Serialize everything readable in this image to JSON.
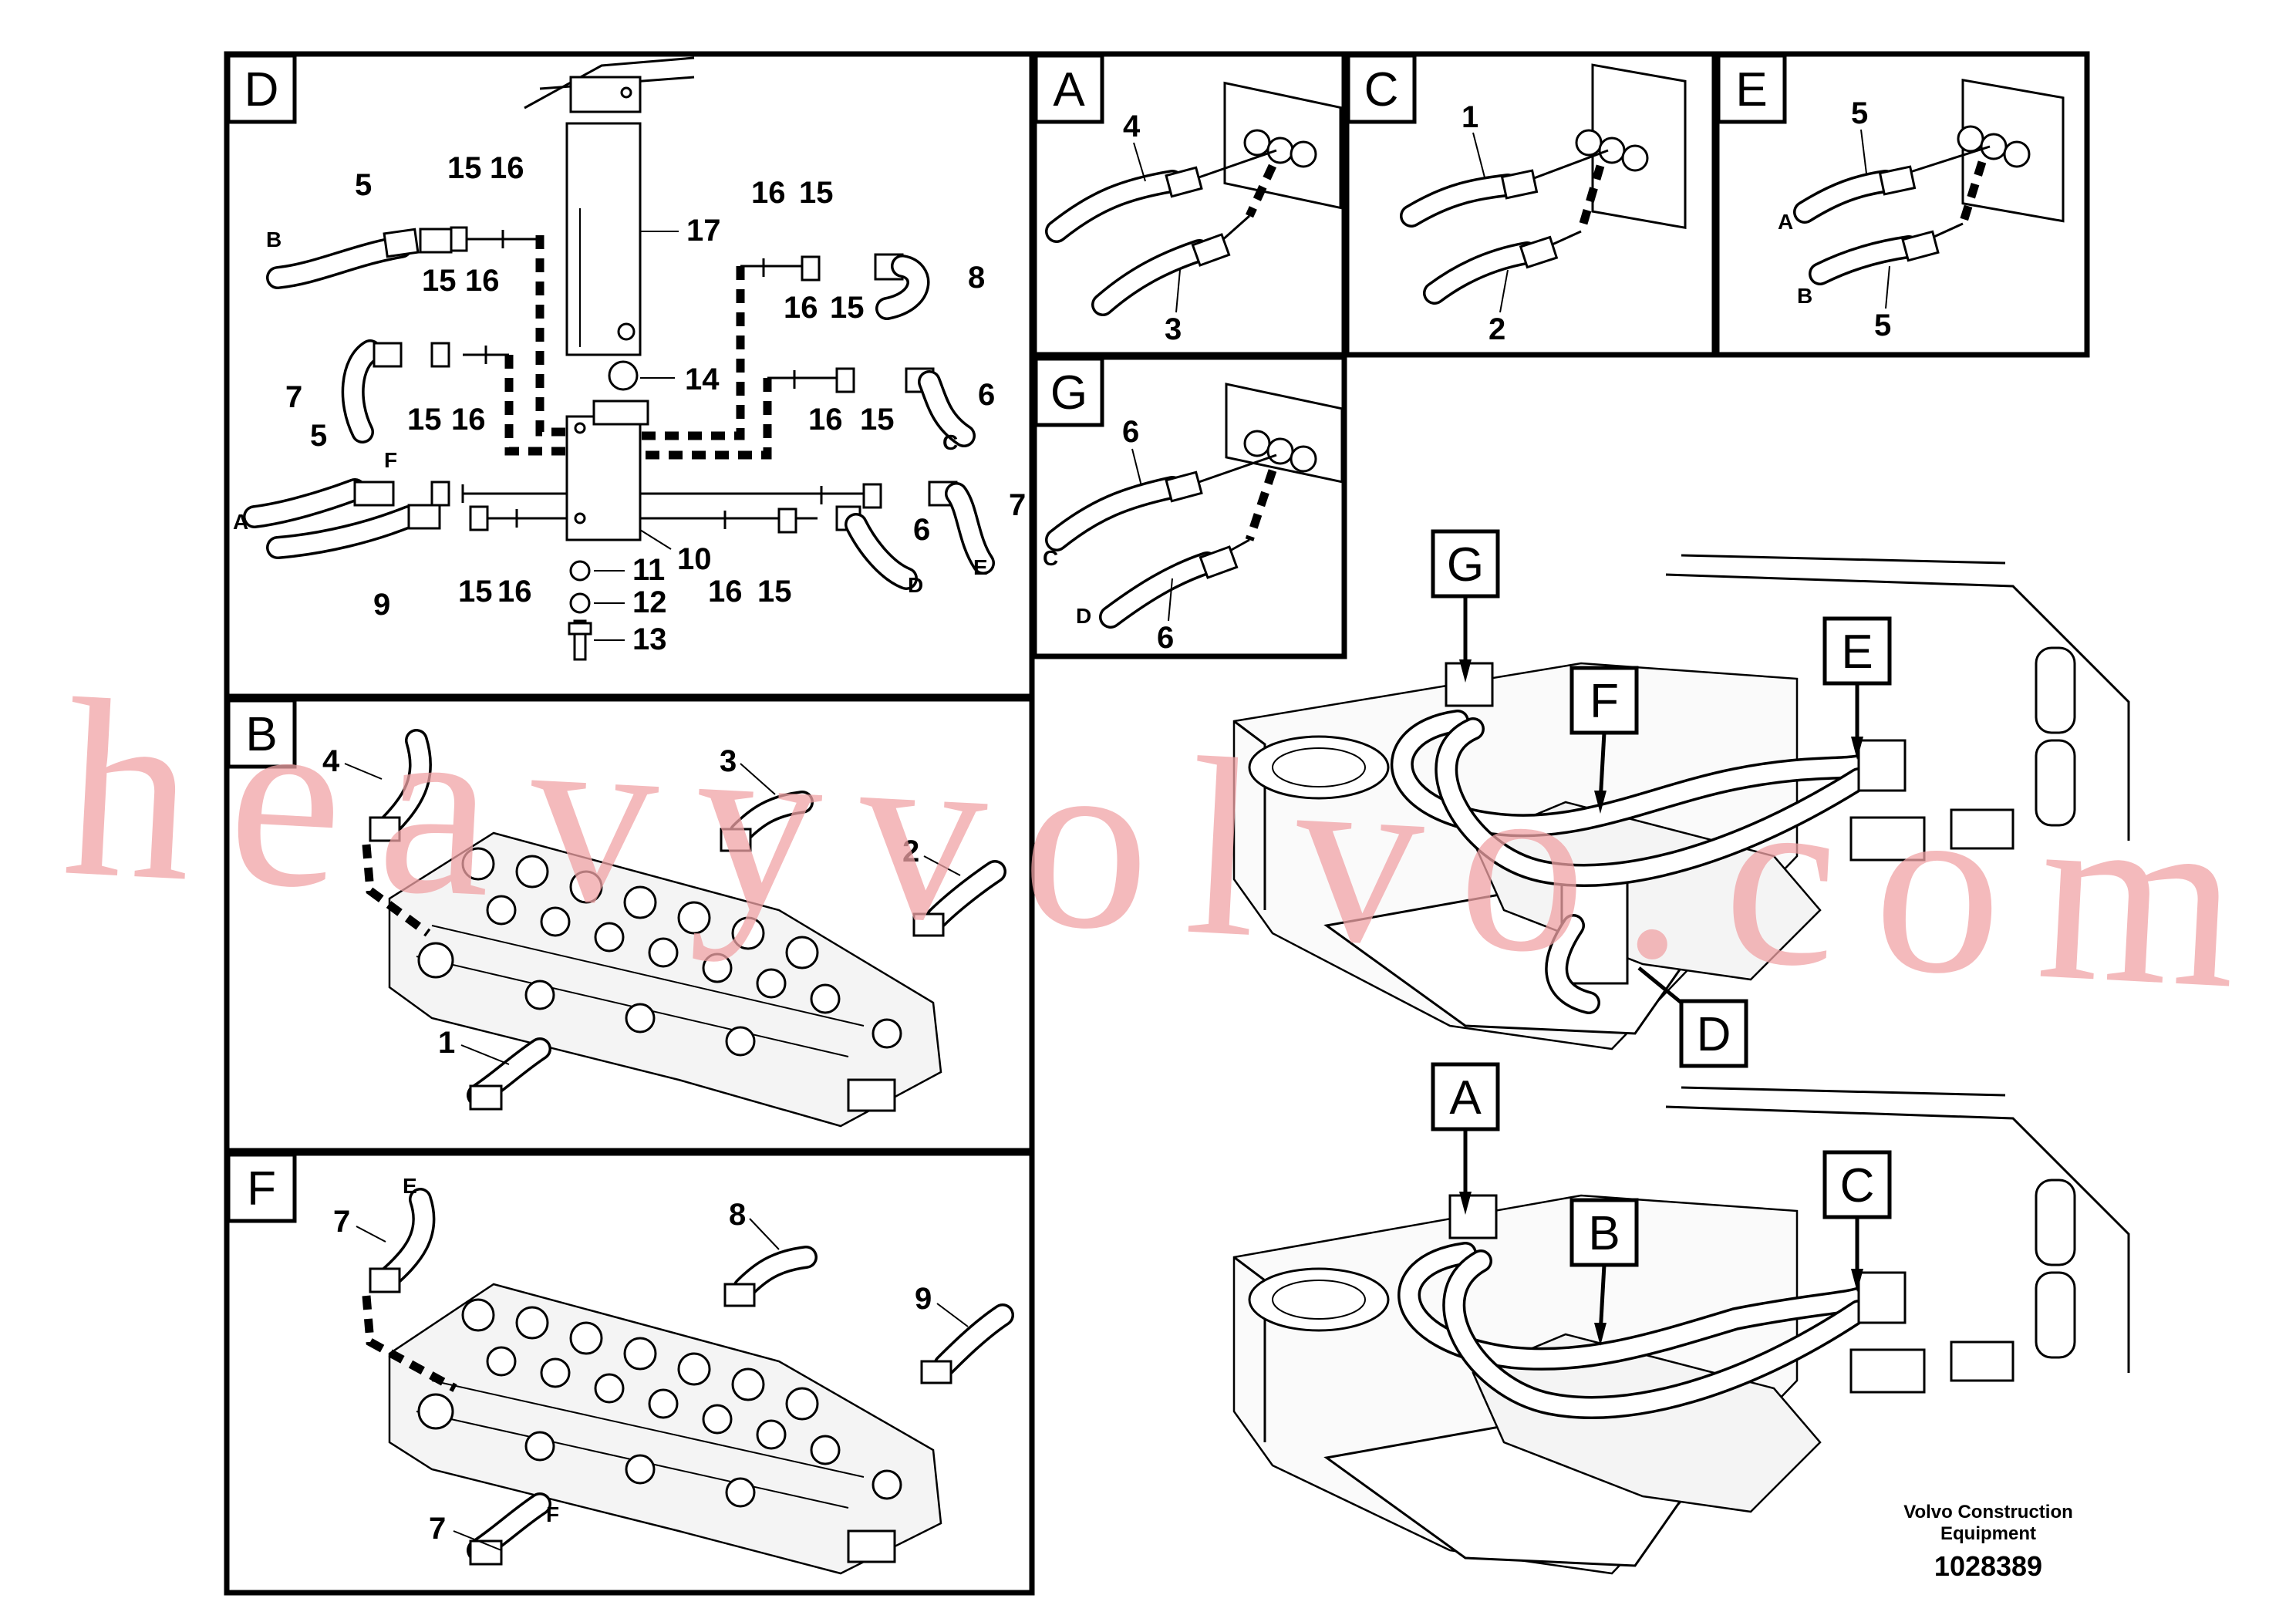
{
  "panels": {
    "D": {
      "tag": "D"
    },
    "A": {
      "tag": "A"
    },
    "C": {
      "tag": "C"
    },
    "E": {
      "tag": "E"
    },
    "G": {
      "tag": "G"
    },
    "B": {
      "tag": "B"
    },
    "F": {
      "tag": "F"
    }
  },
  "callouts": {
    "n1": "1",
    "n2": "2",
    "n3": "3",
    "n4": "4",
    "n5": "5",
    "n6": "6",
    "n7": "7",
    "n8": "8",
    "n9": "9",
    "n10": "10",
    "n11": "11",
    "n12": "12",
    "n13": "13",
    "n14": "14",
    "n15": "15",
    "n16": "16",
    "n17": "17"
  },
  "letters": {
    "A": "A",
    "B": "B",
    "C": "C",
    "D": "D",
    "E": "E",
    "F": "F"
  },
  "overview_tags": {
    "G": "G",
    "F": "F",
    "E": "E",
    "D": "D",
    "A": "A",
    "B": "B",
    "C": "C"
  },
  "caption": {
    "line1": "Volvo Construction",
    "line2": "Equipment"
  },
  "document_number": "1028389",
  "watermark": "heavyvolvo.com",
  "colors": {
    "watermark": "#f1a3a6",
    "ink": "#000000"
  }
}
